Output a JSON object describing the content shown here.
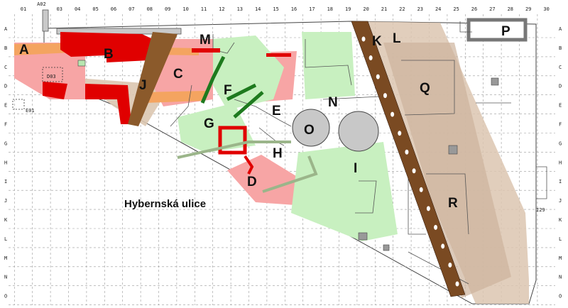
{
  "map": {
    "street_name": "Hybernská ulice",
    "column_labels": [
      "01",
      "A02",
      "03",
      "04",
      "05",
      "06",
      "07",
      "08",
      "09",
      "10",
      "11",
      "12",
      "13",
      "14",
      "15",
      "16",
      "17",
      "18",
      "19",
      "20",
      "21",
      "22",
      "23",
      "24",
      "25",
      "26",
      "27",
      "28",
      "29",
      "30"
    ],
    "row_labels": [
      "A",
      "B",
      "C",
      "D",
      "E",
      "F",
      "G",
      "H",
      "I",
      "J",
      "K",
      "L",
      "M",
      "N",
      "O"
    ],
    "zone_labels": [
      "A",
      "B",
      "C",
      "D",
      "E",
      "F",
      "G",
      "H",
      "I",
      "J",
      "K",
      "L",
      "M",
      "N",
      "O",
      "P",
      "Q",
      "R"
    ],
    "small_labels": {
      "d03": "D03",
      "e01": "E01",
      "i29": "I29"
    },
    "colors": {
      "red_wall": "#e00000",
      "pink_zone": "#f7a5a5",
      "orange_zone": "#f4a460",
      "green_zone": "#c8f0c0",
      "dark_green": "#1e7a1e",
      "brown_wall": "#8b5a2b",
      "tan_zone": "#dcc6b0",
      "gray_structure": "#c8c8c8"
    }
  }
}
